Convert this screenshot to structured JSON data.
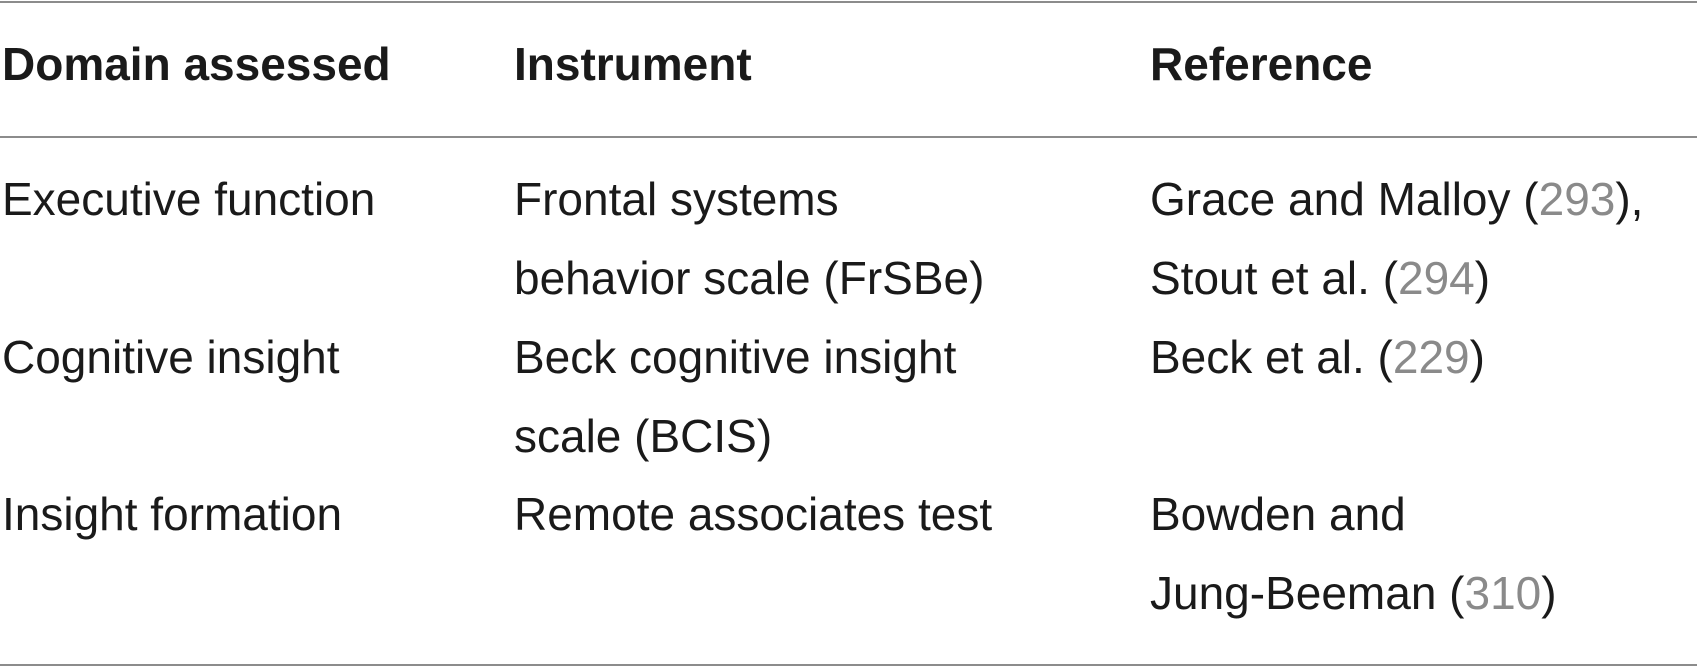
{
  "table": {
    "headers": [
      "Domain assessed",
      "Instrument",
      "Reference"
    ],
    "rows": [
      {
        "domain": "Executive function",
        "instrument_lines": [
          "Frontal systems",
          "behavior scale (FrSBe)"
        ],
        "reference_lines": [
          {
            "pre": "Grace and Malloy (",
            "num": "293",
            "post": "),"
          },
          {
            "pre": "Stout et al. (",
            "num": "294",
            "post": ")"
          }
        ]
      },
      {
        "domain": "Cognitive insight",
        "instrument_lines": [
          "Beck cognitive insight",
          "scale (BCIS)"
        ],
        "reference_lines": [
          {
            "pre": "Beck et al. (",
            "num": "229",
            "post": ")"
          }
        ]
      },
      {
        "domain": "Insight formation",
        "instrument_lines": [
          "Remote associates test"
        ],
        "reference_lines": [
          {
            "pre": "Bowden and",
            "num": "",
            "post": ""
          },
          {
            "pre": "Jung-Beeman (",
            "num": "310",
            "post": ")"
          }
        ]
      }
    ]
  },
  "colors": {
    "text": "#1a1a1a",
    "rule": "#8c8c8c",
    "reference_number": "#8a8a8a"
  }
}
